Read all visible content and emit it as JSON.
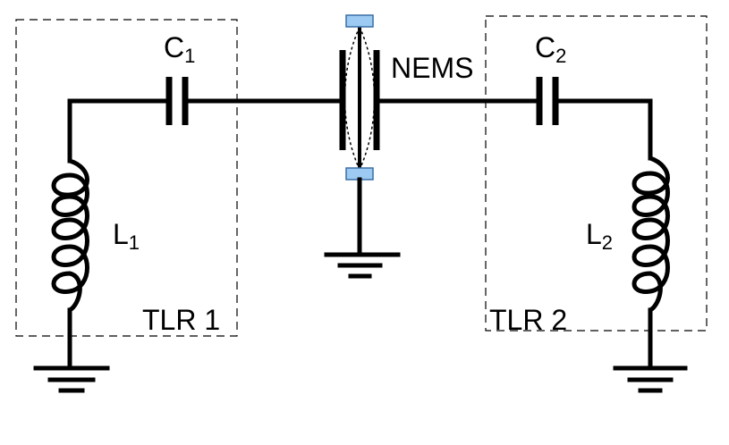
{
  "labels": {
    "c1": {
      "main": "C",
      "sub": "1"
    },
    "c2": {
      "main": "C",
      "sub": "2"
    },
    "l1": {
      "main": "L",
      "sub": "1"
    },
    "l2": {
      "main": "L",
      "sub": "2"
    },
    "nems": "NEMS",
    "tlr1": "TLR 1",
    "tlr2": "TLR 2"
  },
  "colors": {
    "wire": "#000000",
    "anchor_fill": "#9ccaf2",
    "anchor_stroke": "#3a6ea5"
  }
}
